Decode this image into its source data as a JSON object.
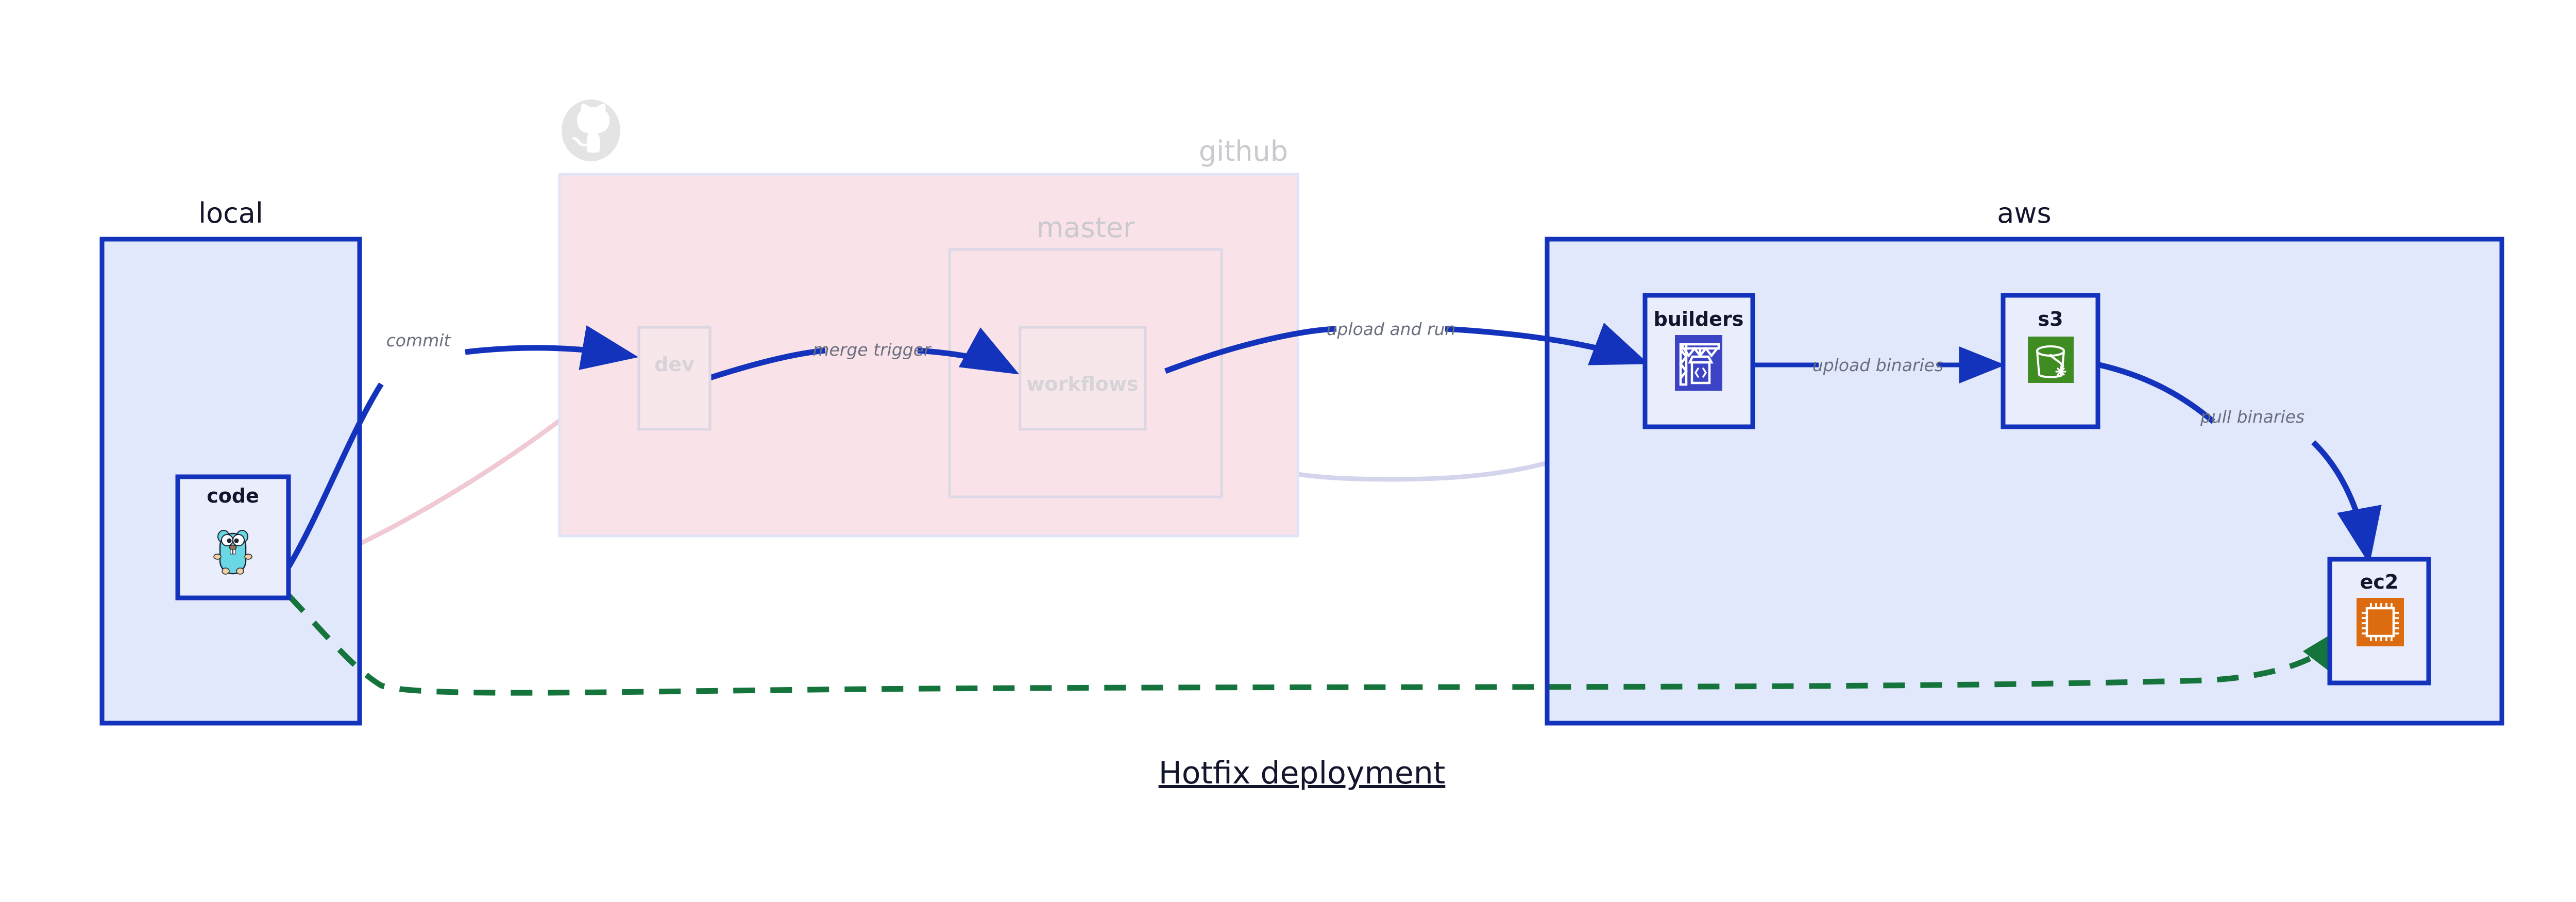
{
  "diagram": {
    "title": "Hotfix deployment",
    "colors": {
      "cluster_blue_fill": "#e2e8fb",
      "cluster_blue_stroke": "#1433bd",
      "cluster_pink_fill": "#f9e3e8",
      "cluster_pink_stroke": "#dfe4f8",
      "node_fill": "#eaeefc",
      "node_stroke": "#1433bd",
      "edge_blue": "#1433bd",
      "edge_green": "#15743c",
      "edge_label_gray": "#6a6f80",
      "title_navy": "#12152b",
      "faded_pink": "#f3d7de",
      "faded_lavender": "#d8d8ec",
      "gopher_cyan": "#6ad7e5",
      "codebuild_indigo": "#3c43c4",
      "s3_green": "#3f8c23",
      "ec2_orange": "#dd6b10",
      "github_logo_gray": "#e4e4e4"
    }
  },
  "clusters": [
    {
      "id": "local",
      "label": "local",
      "dim": false
    },
    {
      "id": "github",
      "label": "github",
      "dim": true
    },
    {
      "id": "master",
      "label": "master",
      "dim": true
    },
    {
      "id": "aws",
      "label": "aws",
      "dim": false
    }
  ],
  "nodes": [
    {
      "id": "code",
      "label": "code",
      "icon": "go-gopher-icon",
      "dim": false
    },
    {
      "id": "dev",
      "label": "dev",
      "icon": "none",
      "dim": true
    },
    {
      "id": "workflows",
      "label": "workflows",
      "icon": "none",
      "dim": true
    },
    {
      "id": "builders",
      "label": "builders",
      "icon": "aws-codebuild-icon",
      "dim": false
    },
    {
      "id": "s3",
      "label": "s3",
      "icon": "aws-s3-bucket-icon",
      "dim": false
    },
    {
      "id": "ec2",
      "label": "ec2",
      "icon": "aws-ec2-chip-icon",
      "dim": false
    }
  ],
  "edges": [
    {
      "id": "commit",
      "label": "commit",
      "from": "code",
      "to": "dev",
      "style": "solid",
      "color": "blue"
    },
    {
      "id": "merge-trigger",
      "label": "merge trigger",
      "from": "dev",
      "to": "workflows",
      "style": "solid",
      "color": "blue"
    },
    {
      "id": "upload-and-run",
      "label": "upload and run",
      "from": "workflows",
      "to": "builders",
      "style": "solid",
      "color": "blue"
    },
    {
      "id": "upload-binaries",
      "label": "upload binaries",
      "from": "builders",
      "to": "s3",
      "style": "solid",
      "color": "blue"
    },
    {
      "id": "pull-binaries",
      "label": "pull binaries",
      "from": "s3",
      "to": "ec2",
      "style": "solid",
      "color": "blue"
    },
    {
      "id": "hotfix-direct",
      "label": "",
      "from": "code",
      "to": "ec2",
      "style": "dashed",
      "color": "green"
    }
  ],
  "faded_edges": [
    {
      "id": "faded-code-dev",
      "from": "code",
      "to": "dev",
      "color": "pink"
    },
    {
      "id": "faded-dev-workflows",
      "from": "dev",
      "to": "workflows",
      "color": "lavender"
    },
    {
      "id": "faded-workflows-builders",
      "from": "workflows",
      "to": "builders",
      "color": "lavender"
    }
  ],
  "logos": [
    {
      "id": "github-octocat",
      "name": "github-octocat-icon"
    }
  ]
}
